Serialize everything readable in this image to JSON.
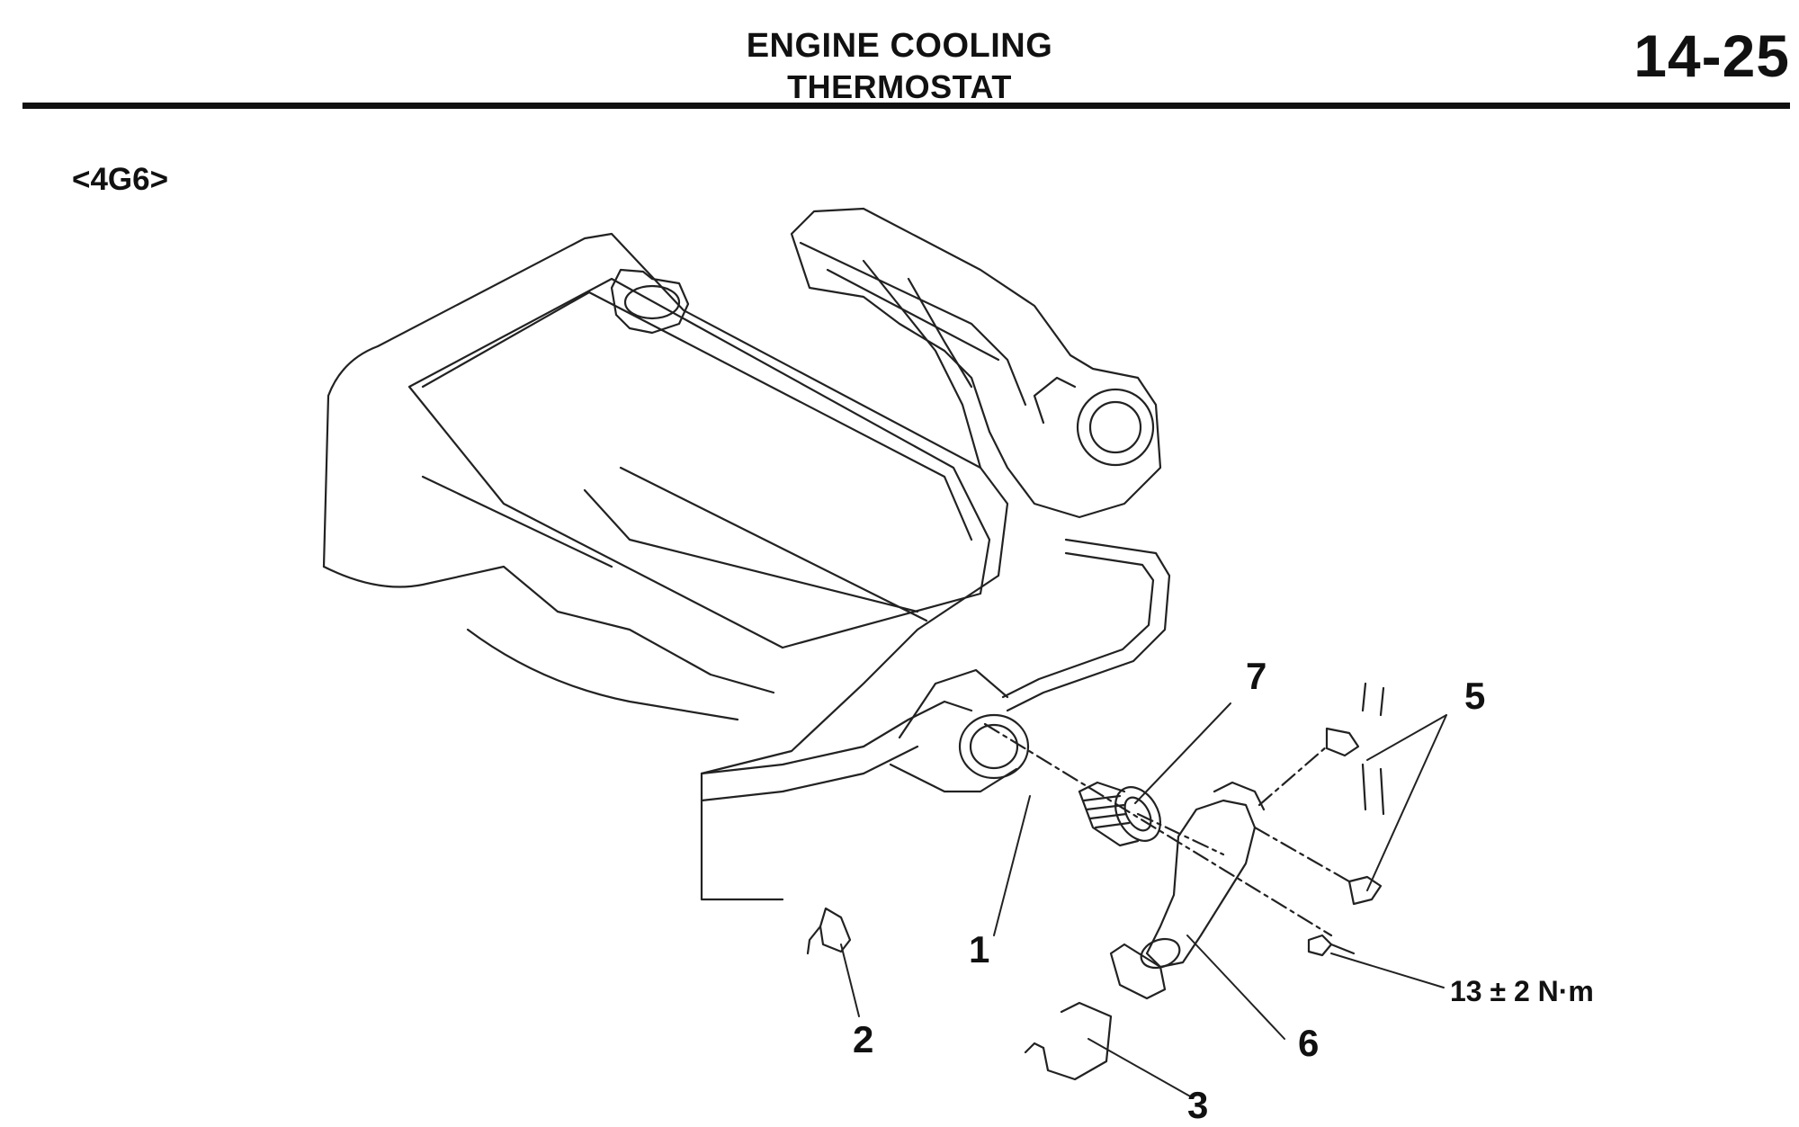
{
  "header": {
    "title_line1": "ENGINE COOLING",
    "title_line2": "THERMOSTAT",
    "page_number": "14-25"
  },
  "engine_variant": "<4G6>",
  "callouts": [
    "1",
    "2",
    "3",
    "5",
    "6",
    "7"
  ],
  "torque_spec": "13 ± 2 N·m"
}
